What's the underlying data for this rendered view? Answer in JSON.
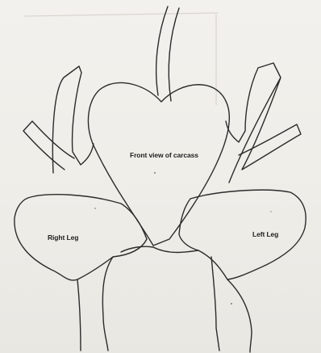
{
  "diagram": {
    "labels": {
      "carcass": "Front view of carcass",
      "right_leg": "Right Leg",
      "left_leg": "Left Leg"
    },
    "colors": {
      "background": "#f2f0ec",
      "line": "#2b2b2b"
    }
  }
}
